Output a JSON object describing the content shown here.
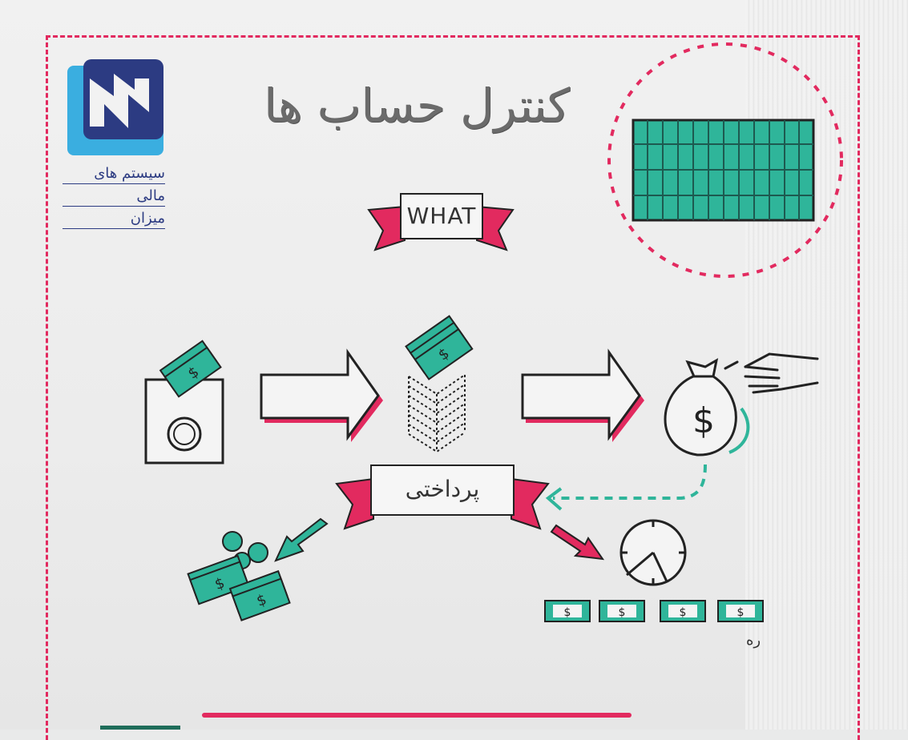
{
  "title": "کنترل حساب ها",
  "logo": {
    "lines": [
      "سیستم های",
      "مالی",
      "میزان"
    ]
  },
  "banners": {
    "what": "WHAT",
    "payment": "پرداختی"
  },
  "dollar_symbol": "$",
  "fragment_text": "ره",
  "colors": {
    "accent_pink": "#e22a5f",
    "teal": "#2fb59a",
    "navy": "#2c3b82",
    "sky": "#3aaee0",
    "ink": "#222222"
  },
  "icons": [
    "logo-icon",
    "calculator-keyboard-icon",
    "cash-box-icon",
    "money-stack-icon",
    "money-bag-icon",
    "hand-icon",
    "coins-and-bills-icon",
    "clock-icon",
    "dollar-bill-icon"
  ]
}
